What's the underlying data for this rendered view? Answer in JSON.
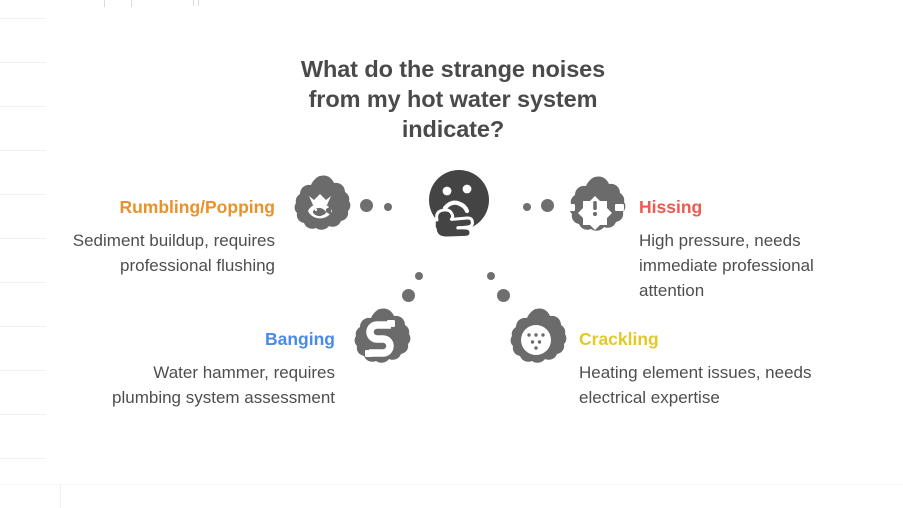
{
  "slide": {
    "title_lines": [
      "What do the strange noises",
      "from my hot water system",
      "indicate?"
    ],
    "center_icon": "thinking-face-emoji",
    "background_color": "#ffffff",
    "title_color": "#4a4a4a",
    "blob_color": "#6b6b6b",
    "center_emoji_color": "#444444",
    "connector_dot_color": "#6f6f6f"
  },
  "branches": [
    {
      "id": "rumbling",
      "label": "Rumbling/Popping",
      "description": "Sediment buildup, requires professional flushing",
      "color": "#e8922b",
      "icon": "fish-bowl-crown-icon",
      "align": "right"
    },
    {
      "id": "hissing",
      "label": "Hissing",
      "description": "High pressure, needs immediate professional attention",
      "color": "#ec5a52",
      "icon": "warning-alert-icon",
      "align": "left"
    },
    {
      "id": "banging",
      "label": "Banging",
      "description": "Water hammer, requires plumbing system assessment",
      "color": "#4a8be8",
      "icon": "pipe-elbow-icon",
      "align": "right"
    },
    {
      "id": "crackling",
      "label": "Crackling",
      "description": "Heating element issues, needs electrical expertise",
      "color": "#e2c92a",
      "icon": "heating-element-dots-icon",
      "align": "left"
    }
  ]
}
